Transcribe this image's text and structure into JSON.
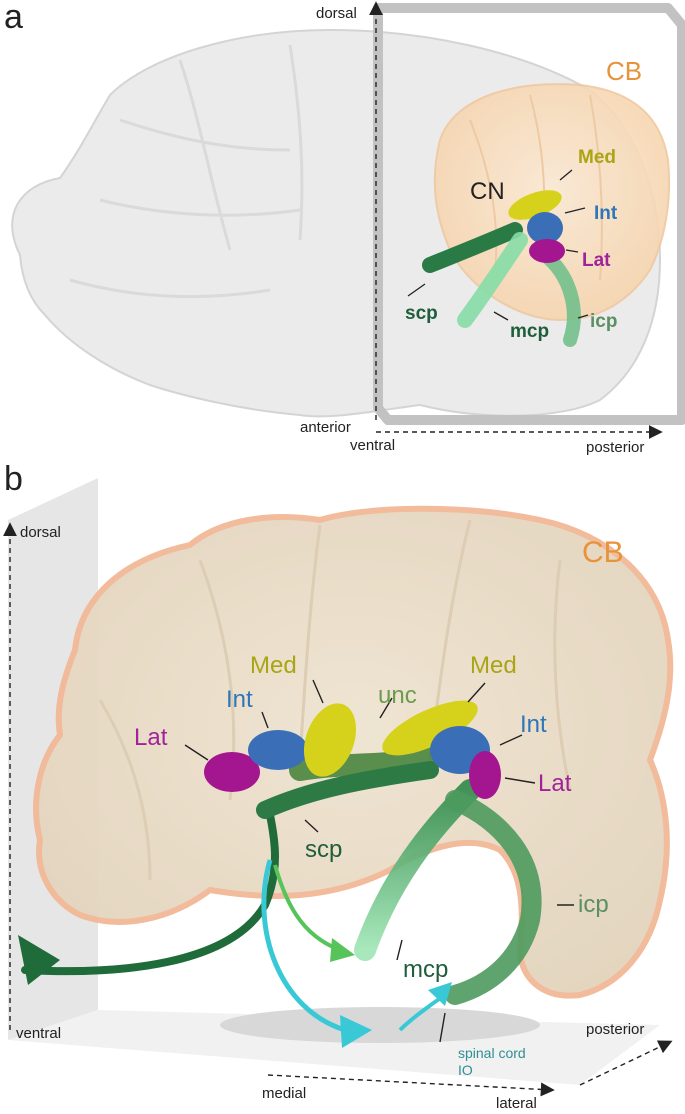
{
  "panel_a": {
    "letter": "a",
    "axis": {
      "dorsal": "dorsal",
      "anterior": "anterior",
      "ventral": "ventral",
      "posterior": "posterior"
    },
    "labels": {
      "cb": "CB",
      "med": "Med",
      "cn": "CN",
      "int": "Int",
      "lat": "Lat",
      "scp": "scp",
      "mcp": "mcp",
      "icp": "icp"
    }
  },
  "panel_b": {
    "letter": "b",
    "axis": {
      "dorsal": "dorsal",
      "ventral": "ventral",
      "posterior": "posterior",
      "medial": "medial",
      "lateral": "lateral"
    },
    "labels": {
      "cb": "CB",
      "med_left": "Med",
      "med_right": "Med",
      "unc": "unc",
      "int_left": "Int",
      "int_right": "Int",
      "lat_left": "Lat",
      "lat_right": "Lat",
      "scp": "scp",
      "icp": "icp",
      "mcp": "mcp",
      "spinal_cord": "spinal cord",
      "io": "IO"
    }
  },
  "colors": {
    "cerebellum": "#f3dcc0",
    "brain": "#e9e9e9",
    "med": "#d6d21c",
    "int": "#3a6fb8",
    "lat": "#a3168f",
    "scp": "#1f6b3a",
    "mcp": "#7fdca0",
    "icp": "#5f9a62",
    "afferent": "#39c9d6",
    "frame": "#c8c8c8"
  }
}
